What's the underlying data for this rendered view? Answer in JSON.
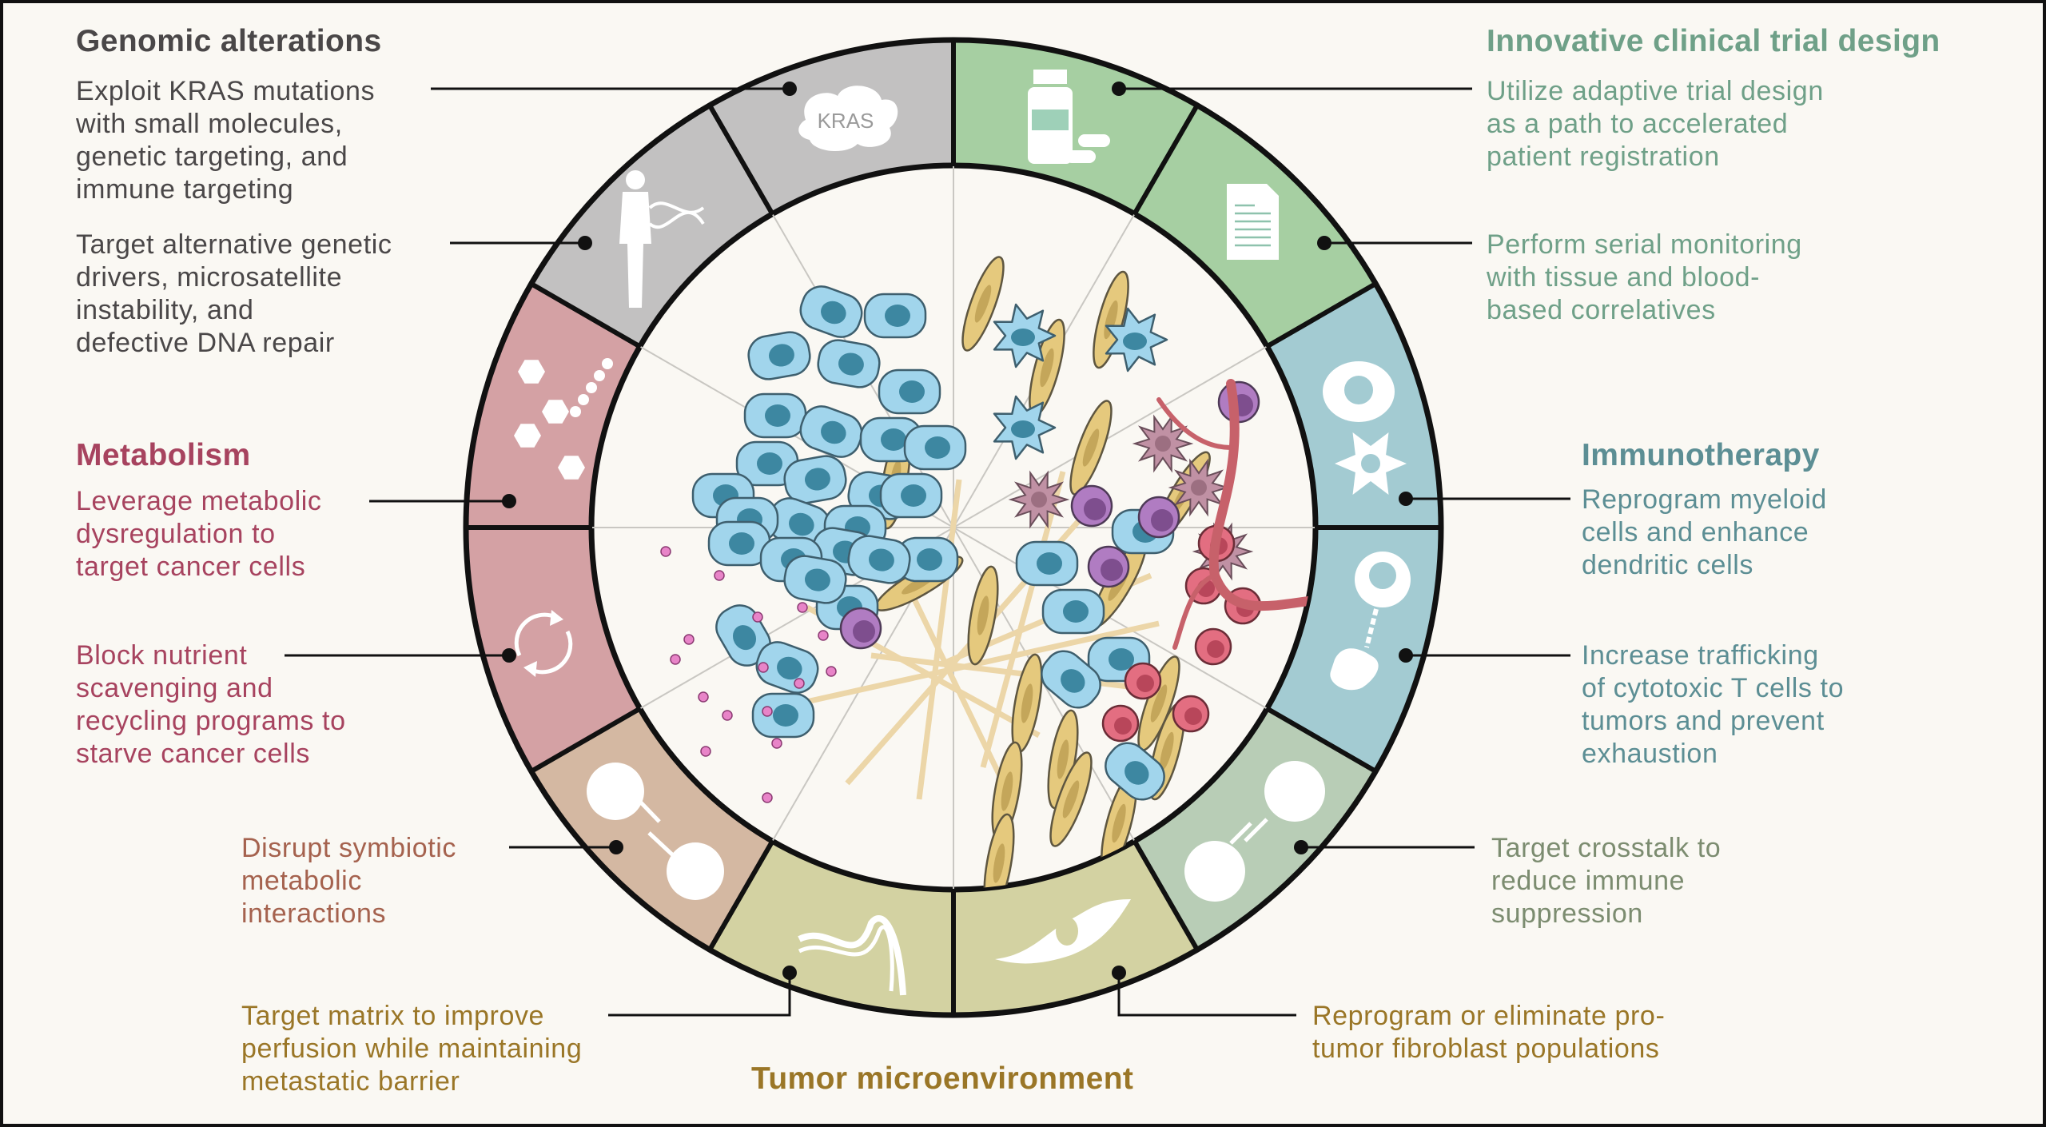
{
  "figure": {
    "title": "Therapeutic strategies targeting the tumor and its microenvironment",
    "colors": {
      "background": "#faf8f3",
      "outline": "#111111",
      "genomic": "#c2c1c1",
      "metabolism": "#d4a1a4",
      "symbiotic": "#d4b8a2",
      "matrix": "#d3d2a2",
      "fibroblast": "#d3d2a2",
      "crosstalk": "#b8cdb6",
      "immunotherapy": "#a3cbd2",
      "trial": "#a6cfa2"
    }
  },
  "sections": {
    "genomic": {
      "title": "Genomic alterations",
      "items": [
        {
          "text": "Exploit KRAS mutations\nwith small molecules,\ngenetic targeting, and\nimmune targeting",
          "icon": "kras-protein-icon",
          "icon_label": "KRAS"
        },
        {
          "text": "Target alternative genetic\ndrivers, microsatellite\ninstability, and\ndefective DNA repair",
          "icon": "person-dna-icon"
        }
      ]
    },
    "metabolism": {
      "title": "Metabolism",
      "items": [
        {
          "text": "Leverage metabolic\ndysregulation to\ntarget cancer cells",
          "icon": "molecules-icon"
        },
        {
          "text": "Block nutrient\nscavenging and\nrecycling programs to\nstarve cancer cells",
          "icon": "recycle-arrows-icon"
        }
      ]
    },
    "symbiotic": {
      "items": [
        {
          "text": "Disrupt symbiotic\nmetabolic\ninteractions",
          "icon": "cell-exchange-icon"
        }
      ]
    },
    "tme": {
      "title": "Tumor microenvironment",
      "items": [
        {
          "text": "Target matrix to improve\nperfusion while maintaining\nmetastatic barrier",
          "icon": "collagen-fibers-icon"
        },
        {
          "text": "Reprogram or eliminate pro-\ntumor fibroblast populations",
          "icon": "fibroblast-icon"
        }
      ]
    },
    "crosstalk": {
      "items": [
        {
          "text": "Target crosstalk to\nreduce immune\nsuppression",
          "icon": "cell-crosstalk-icon"
        }
      ]
    },
    "immunotherapy": {
      "title": "Immunotherapy",
      "items": [
        {
          "text": "Reprogram myeloid\ncells and enhance\ndendritic cells",
          "icon": "myeloid-dendritic-icon"
        },
        {
          "text": "Increase trafficking\nof cytotoxic T cells to\ntumors and prevent\nexhaustion",
          "icon": "t-cell-killing-icon"
        }
      ]
    },
    "trial": {
      "title": "Innovative clinical trial design",
      "items": [
        {
          "text": "Utilize adaptive trial design\nas a path to accelerated\npatient registration",
          "icon": "pill-bottle-icon"
        },
        {
          "text": "Perform serial monitoring\nwith tissue and blood-\nbased correlatives",
          "icon": "document-icon"
        }
      ]
    }
  }
}
